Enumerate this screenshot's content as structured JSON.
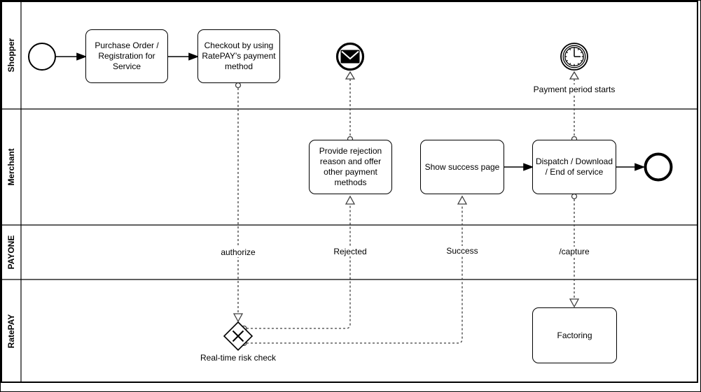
{
  "pool": {
    "lanes": [
      {
        "label": "Shopper"
      },
      {
        "label": "Merchant"
      },
      {
        "label": "PAYONE"
      },
      {
        "label": "RatePAY"
      }
    ]
  },
  "tasks": {
    "purchase": "Purchase Order / Registration for Service",
    "checkout": "Checkout by using RatePAY's payment method",
    "provide_rejection": "Provide rejection reason and offer other payment methods",
    "show_success": "Show success page",
    "dispatch": "Dispatch / Download / End of service",
    "factoring": "Factoring"
  },
  "flow_labels": {
    "authorize": "authorize",
    "rejected": "Rejected",
    "success": "Success",
    "capture": "/capture"
  },
  "event_labels": {
    "payment_period": "Payment period starts"
  },
  "gateway": {
    "risk_check_label": "Real-time risk check",
    "type": "exclusive-gateway"
  },
  "icons": {
    "message": "envelope-icon",
    "timer": "clock-icon"
  },
  "colors": {
    "stroke": "#000000",
    "message_flow": "#404040",
    "background": "#ffffff"
  }
}
